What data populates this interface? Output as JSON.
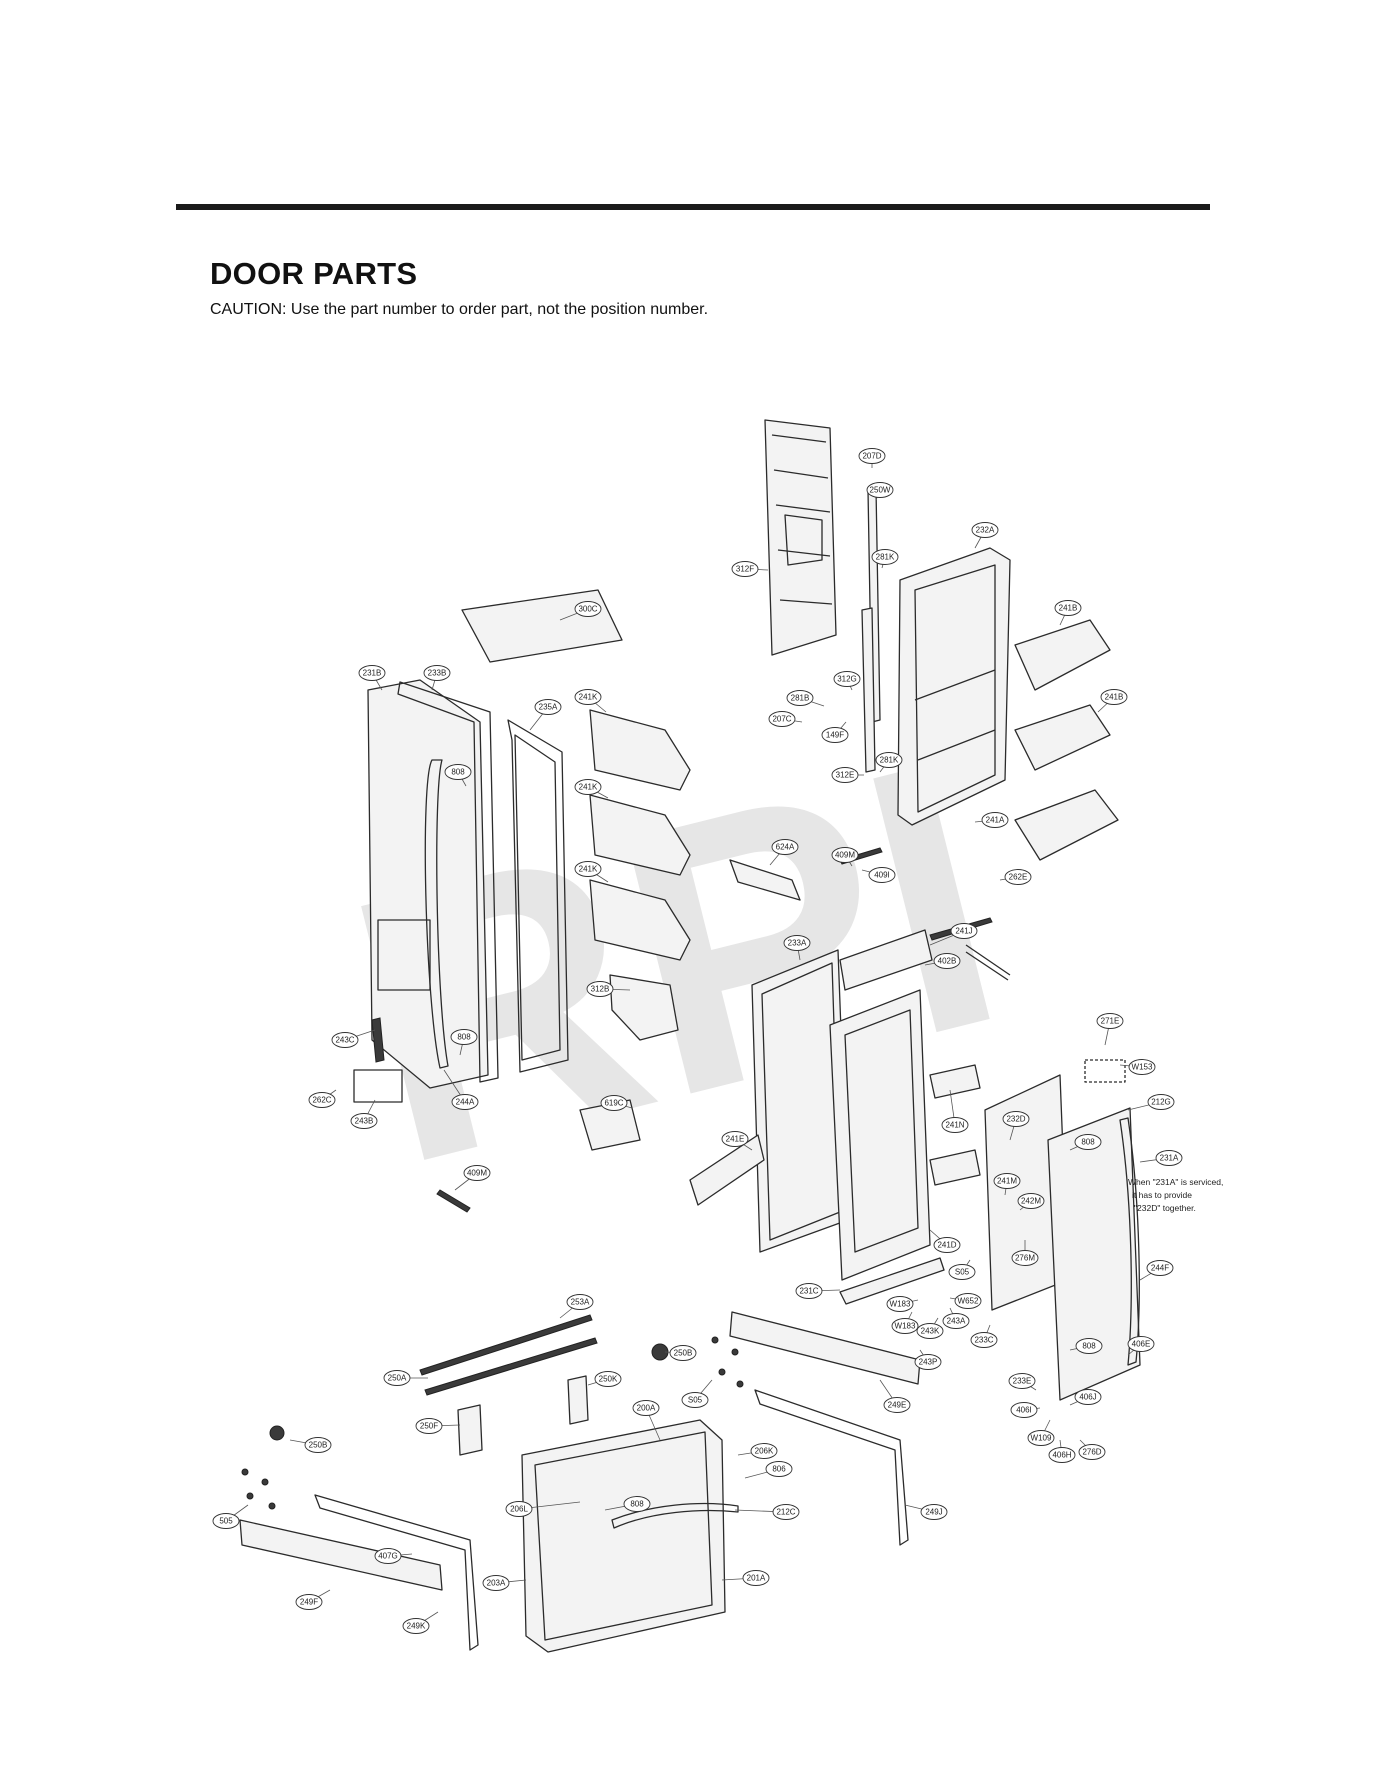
{
  "page": {
    "title": "DOOR PARTS",
    "caution": "CAUTION: Use the part number to order part, not the position number.",
    "watermark": "RPI"
  },
  "diagram": {
    "note_lines": [
      "When \"231A\" is serviced,",
      "it has to provide",
      "\"232D\" together."
    ],
    "callouts": [
      {
        "id": "207D",
        "label": "207D"
      },
      {
        "id": "250W",
        "label": "250W"
      },
      {
        "id": "232A",
        "label": "232A"
      },
      {
        "id": "281K_a",
        "label": "281K"
      },
      {
        "id": "312F",
        "label": "312F"
      },
      {
        "id": "300C",
        "label": "300C"
      },
      {
        "id": "241B_a",
        "label": "241B"
      },
      {
        "id": "231B",
        "label": "231B"
      },
      {
        "id": "233B",
        "label": "233B"
      },
      {
        "id": "241K_a",
        "label": "241K"
      },
      {
        "id": "312G",
        "label": "312G"
      },
      {
        "id": "281B",
        "label": "281B"
      },
      {
        "id": "235A",
        "label": "235A"
      },
      {
        "id": "207C",
        "label": "207C"
      },
      {
        "id": "149F",
        "label": "149F"
      },
      {
        "id": "241B_b",
        "label": "241B"
      },
      {
        "id": "281K_b",
        "label": "281K"
      },
      {
        "id": "808_a",
        "label": "808"
      },
      {
        "id": "241K_b",
        "label": "241K"
      },
      {
        "id": "312E",
        "label": "312E"
      },
      {
        "id": "241A",
        "label": "241A"
      },
      {
        "id": "624A",
        "label": "624A"
      },
      {
        "id": "409M",
        "label": "409M"
      },
      {
        "id": "262E",
        "label": "262E"
      },
      {
        "id": "241K_c",
        "label": "241K"
      },
      {
        "id": "409I",
        "label": "409I"
      },
      {
        "id": "241J",
        "label": "241J"
      },
      {
        "id": "233A",
        "label": "233A"
      },
      {
        "id": "402B",
        "label": "402B"
      },
      {
        "id": "312B",
        "label": "312B"
      },
      {
        "id": "271E",
        "label": "271E"
      },
      {
        "id": "243C",
        "label": "243C"
      },
      {
        "id": "808_b",
        "label": "808"
      },
      {
        "id": "W153",
        "label": "W153"
      },
      {
        "id": "262C",
        "label": "262C"
      },
      {
        "id": "244A",
        "label": "244A"
      },
      {
        "id": "212G",
        "label": "212G"
      },
      {
        "id": "243B",
        "label": "243B"
      },
      {
        "id": "619C",
        "label": "619C"
      },
      {
        "id": "241N",
        "label": "241N"
      },
      {
        "id": "232D",
        "label": "232D"
      },
      {
        "id": "241E",
        "label": "241E"
      },
      {
        "id": "808_c",
        "label": "808"
      },
      {
        "id": "231A",
        "label": "231A"
      },
      {
        "id": "409M_b",
        "label": "409M"
      },
      {
        "id": "241M",
        "label": "241M"
      },
      {
        "id": "242M",
        "label": "242M"
      },
      {
        "id": "241D",
        "label": "241D"
      },
      {
        "id": "276M",
        "label": "276M"
      },
      {
        "id": "S05_a",
        "label": "S05"
      },
      {
        "id": "244F",
        "label": "244F"
      },
      {
        "id": "231C",
        "label": "231C"
      },
      {
        "id": "W652",
        "label": "W652"
      },
      {
        "id": "W183_a",
        "label": "W183"
      },
      {
        "id": "243A",
        "label": "243A"
      },
      {
        "id": "W183_b",
        "label": "W183"
      },
      {
        "id": "243K",
        "label": "243K"
      },
      {
        "id": "233C",
        "label": "233C"
      },
      {
        "id": "253A",
        "label": "253A"
      },
      {
        "id": "808_d",
        "label": "808"
      },
      {
        "id": "406E",
        "label": "406E"
      },
      {
        "id": "243P",
        "label": "243P"
      },
      {
        "id": "250B_a",
        "label": "250B"
      },
      {
        "id": "250A",
        "label": "250A"
      },
      {
        "id": "250K",
        "label": "250K"
      },
      {
        "id": "S05_b",
        "label": "S05"
      },
      {
        "id": "249E",
        "label": "249E"
      },
      {
        "id": "233E",
        "label": "233E"
      },
      {
        "id": "406J",
        "label": "406J"
      },
      {
        "id": "406I",
        "label": "406I"
      },
      {
        "id": "W109",
        "label": "W109"
      },
      {
        "id": "406H",
        "label": "406H"
      },
      {
        "id": "276D",
        "label": "276D"
      },
      {
        "id": "250F",
        "label": "250F"
      },
      {
        "id": "200A",
        "label": "200A"
      },
      {
        "id": "250B_b",
        "label": "250B"
      },
      {
        "id": "206K",
        "label": "206K"
      },
      {
        "id": "806",
        "label": "806"
      },
      {
        "id": "505",
        "label": "505"
      },
      {
        "id": "206L",
        "label": "206L"
      },
      {
        "id": "808_e",
        "label": "808"
      },
      {
        "id": "212C",
        "label": "212C"
      },
      {
        "id": "249J",
        "label": "249J"
      },
      {
        "id": "407G",
        "label": "407G"
      },
      {
        "id": "203A",
        "label": "203A"
      },
      {
        "id": "201A",
        "label": "201A"
      },
      {
        "id": "249F",
        "label": "249F"
      },
      {
        "id": "249K",
        "label": "249K"
      }
    ]
  }
}
